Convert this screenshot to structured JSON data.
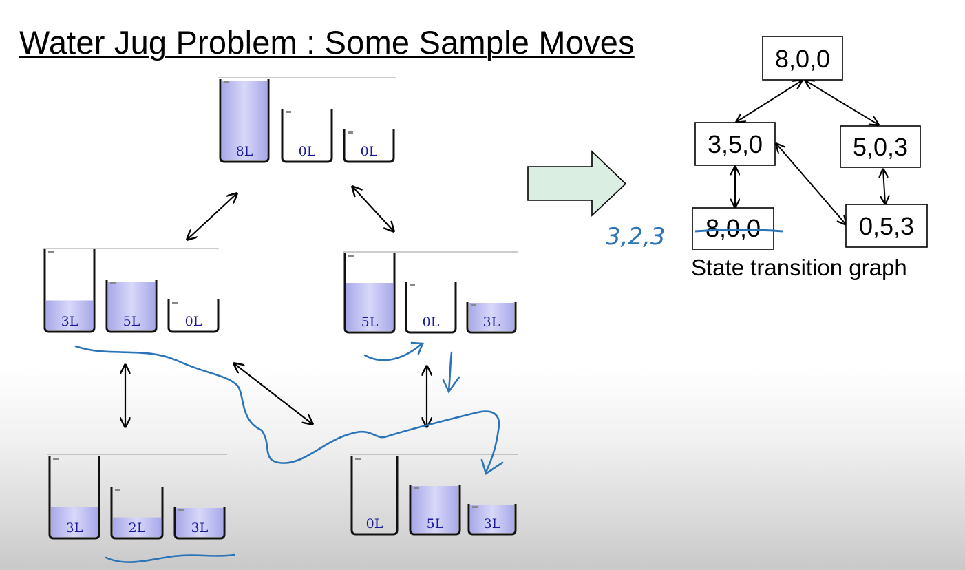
{
  "title": "Water Jug Problem : Some Sample Moves",
  "colors": {
    "water": "#b9b9ee",
    "ink": "#2b74b8",
    "arrow_fill": "#dbeee2",
    "jug_label": "#1a1a9a"
  },
  "jug_states": [
    {
      "id": "top",
      "labels": [
        "8L",
        "0L",
        "0L"
      ],
      "fill_levels": [
        1.0,
        0.0,
        0.0
      ]
    },
    {
      "id": "middle-left",
      "labels": [
        "3L",
        "5L",
        "0L"
      ],
      "fill_levels": [
        0.375,
        1.0,
        0.0
      ]
    },
    {
      "id": "middle-right",
      "labels": [
        "5L",
        "0L",
        "3L"
      ],
      "fill_levels": [
        0.625,
        0.0,
        1.0
      ]
    },
    {
      "id": "bottom-left",
      "labels": [
        "3L",
        "2L",
        "3L"
      ],
      "fill_levels": [
        0.375,
        0.4,
        1.0
      ]
    },
    {
      "id": "bottom-right",
      "labels": [
        "0L",
        "5L",
        "3L"
      ],
      "fill_levels": [
        0.0,
        1.0,
        1.0
      ]
    }
  ],
  "graph": {
    "nodes": {
      "root": "8,0,0",
      "left": "3,5,0",
      "right": "5,0,3",
      "left_child": "8,0,0",
      "right_child": "0,5,3"
    },
    "caption": "State transition graph",
    "handwritten_note": "3,2,3"
  }
}
